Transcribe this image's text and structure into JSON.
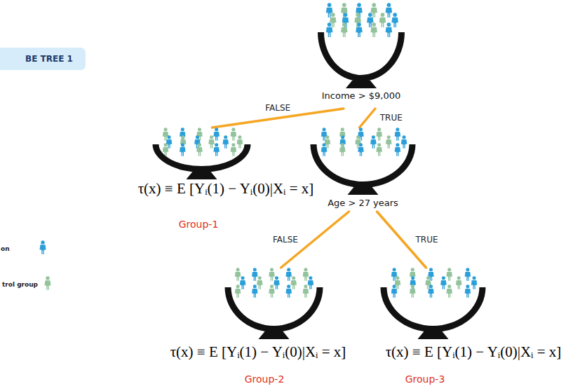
{
  "diagram": {
    "nodes": [
      {
        "text": [
          "Income > $9,000"
        ]
      },
      {
        "text": [
          "τ(x) ≡ E [Yᵢ(1) − Yᵢ(0)|Xᵢ = x]",
          "Group-1"
        ]
      },
      {
        "text": [
          "Age > 27 years"
        ]
      },
      {
        "text": [
          "τ(x) ≡ E [Yᵢ(1) − Yᵢ(0)|Xᵢ = x]",
          "Group-2"
        ]
      },
      {
        "text": [
          "τ(x) ≡ E [Yᵢ(1) − Yᵢ(0)|Xᵢ = x]",
          "Group-3"
        ]
      }
    ],
    "edges": [
      {
        "from": 0,
        "to": 1,
        "arrow": "none",
        "label": "FALSE"
      },
      {
        "from": 0,
        "to": 2,
        "arrow": "none",
        "label": "TRUE"
      },
      {
        "from": 2,
        "to": 3,
        "arrow": "none",
        "label": "FALSE"
      },
      {
        "from": 2,
        "to": 4,
        "arrow": "none",
        "label": "TRUE"
      }
    ],
    "labels": [
      "BE TREE 1"
    ],
    "legend": [
      {
        "text": "on"
      },
      {
        "text": "trol group"
      }
    ]
  }
}
